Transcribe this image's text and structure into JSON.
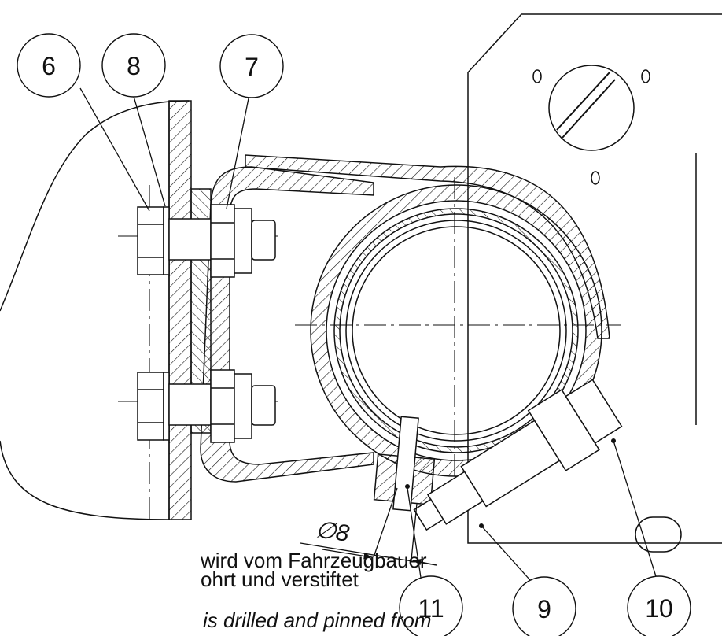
{
  "drawing": {
    "balloons": [
      {
        "label": "6"
      },
      {
        "label": "8"
      },
      {
        "label": "7"
      },
      {
        "label": "11"
      },
      {
        "label": "9"
      },
      {
        "label": "10"
      }
    ],
    "dimension": {
      "symbol": "∅",
      "value": "8"
    },
    "note_de": {
      "line1": "wird vom Fahrzeugbauer",
      "line2": "ohrt und verstiftet"
    },
    "note_en": {
      "line1": "is drilled and pinned from"
    }
  }
}
